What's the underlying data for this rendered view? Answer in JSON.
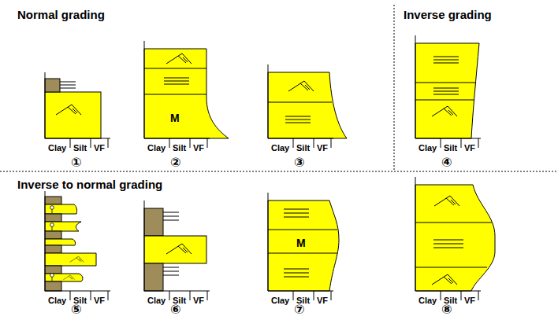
{
  "diagram": {
    "labels": [
      "Normal grading",
      "Inverse grading",
      "Inverse to normal grading",
      "Clay",
      "Silt",
      "VF",
      "①",
      "Clay",
      "Silt",
      "VF",
      "②",
      "Clay",
      "Silt",
      "VF",
      "③",
      "Clay",
      "Silt",
      "VF",
      "④",
      "Clay",
      "Silt",
      "VF",
      "⑤",
      "Clay",
      "Silt",
      "VF",
      "⑥",
      "Clay",
      "Silt",
      "VF",
      "⑦",
      "Clay",
      "Silt",
      "VF",
      "⑧",
      "M",
      "M"
    ]
  }
}
